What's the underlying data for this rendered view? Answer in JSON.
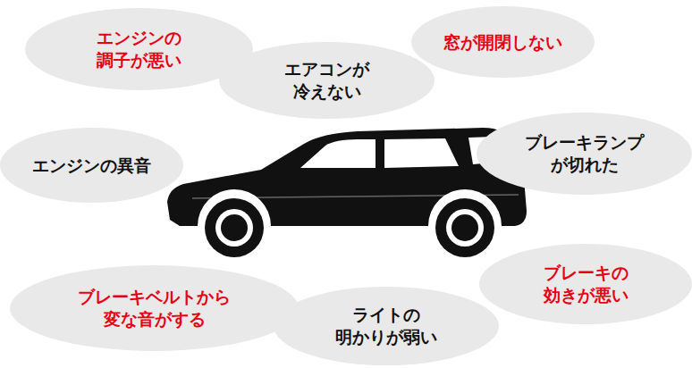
{
  "diagram": {
    "nodes": [
      {
        "text": [
          "エンジンの 調子が悪い"
        ]
      },
      {
        "text": [
          "エアコンが 冷えない"
        ]
      },
      {
        "text": [
          "窓が開閉しない"
        ]
      },
      {
        "text": [
          "エンジンの異音"
        ]
      },
      {
        "text": [
          "ブレーキランプ が切れた"
        ]
      },
      {
        "text": [
          "ブレーキベルトから 変な音がする"
        ]
      },
      {
        "text": [
          "ライトの 明かりが弱い"
        ]
      },
      {
        "text": [
          "ブレーキの 効きが悪い"
        ]
      }
    ]
  }
}
